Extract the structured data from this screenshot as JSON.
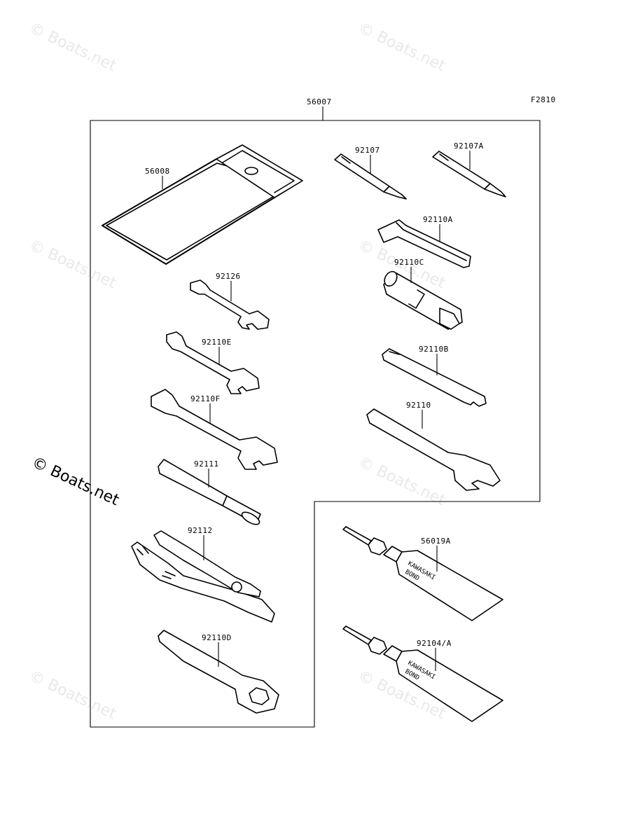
{
  "figure_code": "F2810",
  "kit_label": "56007",
  "parts": {
    "p56008": "56008",
    "p92107": "92107",
    "p92107A": "92107A",
    "p92110A": "92110A",
    "p92110C": "92110C",
    "p92126": "92126",
    "p92110E": "92110E",
    "p92110B": "92110B",
    "p92110F": "92110F",
    "p92110": "92110",
    "p92111": "92111",
    "p92112": "92112",
    "p56019A": "56019A",
    "p92110D": "92110D",
    "p92104A": "92104/A"
  },
  "tube_text": {
    "line1": "KAWASAKI",
    "line2": "BOND"
  },
  "watermark": {
    "text": "© Boats.net"
  }
}
